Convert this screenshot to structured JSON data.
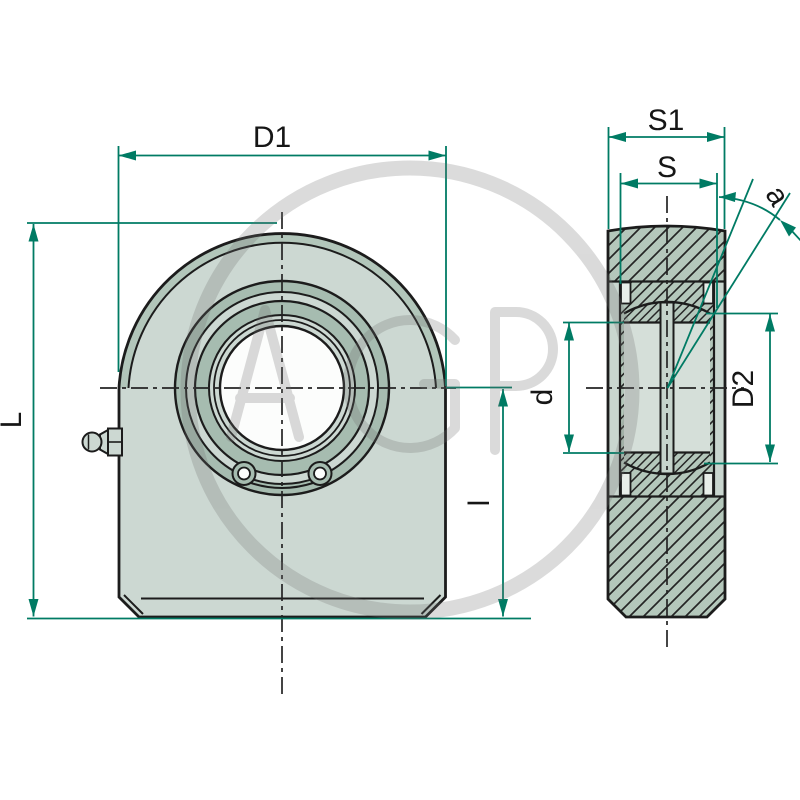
{
  "drawing": {
    "title": "rod-end weld-on bearing eye technical drawing, front view and sectional side view",
    "dim_labels": {
      "d1": "D1",
      "L": "L",
      "l": "l",
      "s1": "S1",
      "s": "S",
      "a": "a",
      "d": "d",
      "d2": "D2"
    }
  },
  "watermark": {
    "text": "AGP"
  },
  "colors": {
    "dimension_line": "#007B64",
    "outline": "#1C1C1C",
    "body_fill": "#CCD8D2",
    "dark_ring_fill": "#A6BCB0",
    "arch_band_fill": "#B2C6BA",
    "hatch_fill": "#B4C7BB",
    "side_column_fill": "#C9D6CF",
    "bore_fill": "#FCFDFC",
    "section_bore_fill": "#D5DFD9",
    "watermark_gray": "#6F6F6F"
  }
}
